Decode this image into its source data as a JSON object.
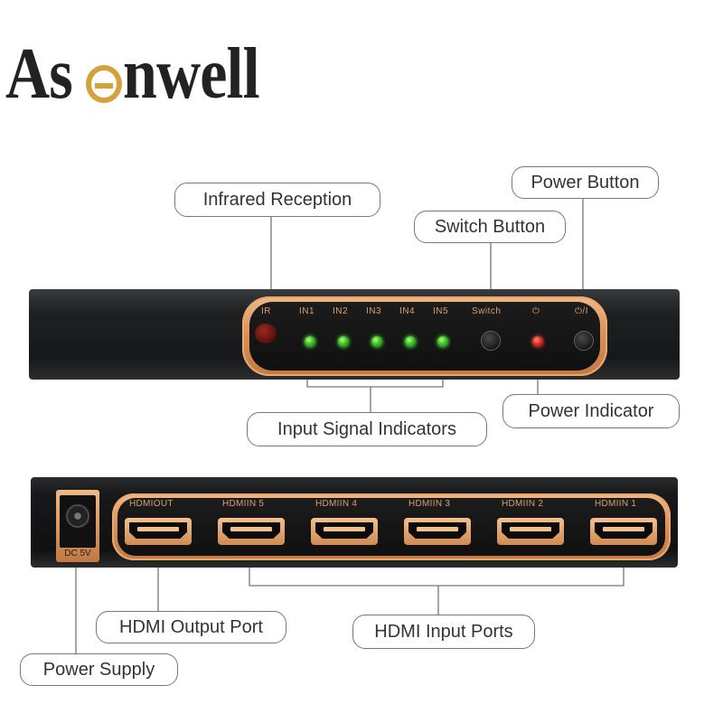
{
  "brand": {
    "prefix": "As",
    "suffix": "nwell"
  },
  "front_panel": {
    "labels": [
      "IR",
      "IN1",
      "IN2",
      "IN3",
      "IN4",
      "IN5",
      "Switch",
      "⏻",
      "⏻/I"
    ]
  },
  "back_panel": {
    "dc_label": "DC 5V",
    "port_labels": [
      "HDMIOUT",
      "HDMIIN 5",
      "HDMIIN 4",
      "HDMIIN 3",
      "HDMIIN 2",
      "HDMIIN 1"
    ]
  },
  "callouts": {
    "infrared_reception": "Infrared Reception",
    "power_button": "Power Button",
    "switch_button": "Switch Button",
    "power_indicator": "Power Indicator",
    "input_signal_indicators": "Input Signal Indicators",
    "hdmi_output_port": "HDMI Output Port",
    "hdmi_input_ports": "HDMI Input Ports",
    "power_supply": "Power Supply"
  },
  "colors": {
    "accent_copper": "#d98f55",
    "led_green": "#38c028",
    "led_red": "#d52a1a",
    "logo_gold": "#d4a13a"
  }
}
